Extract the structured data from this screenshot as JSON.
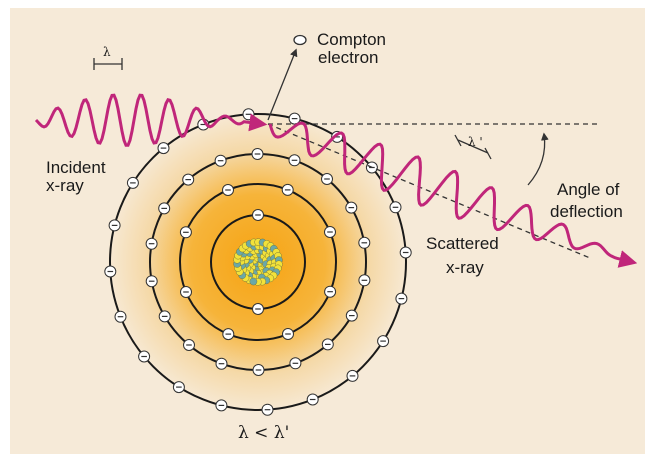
{
  "labels": {
    "compton_line1": "Compton",
    "compton_line2": "electron",
    "incident_line1": "Incident",
    "incident_line2": "x-ray",
    "lambda": "λ",
    "lambda_prime": "λ '",
    "angle_line1": "Angle of",
    "angle_line2": "deflection",
    "scattered_line1": "Scattered",
    "scattered_line2": "x-ray",
    "relation": "λ < λ'"
  },
  "colors": {
    "background": "#f6ead8",
    "wave": "#c0267a",
    "shell_outer": "#f5dfb8",
    "shell_mid": "#f4c35d",
    "shell_inner": "#f7a918",
    "nucleus_yellow": "#f2e23a",
    "nucleus_teal": "#6aa8a8"
  },
  "electron_symbol": "−"
}
